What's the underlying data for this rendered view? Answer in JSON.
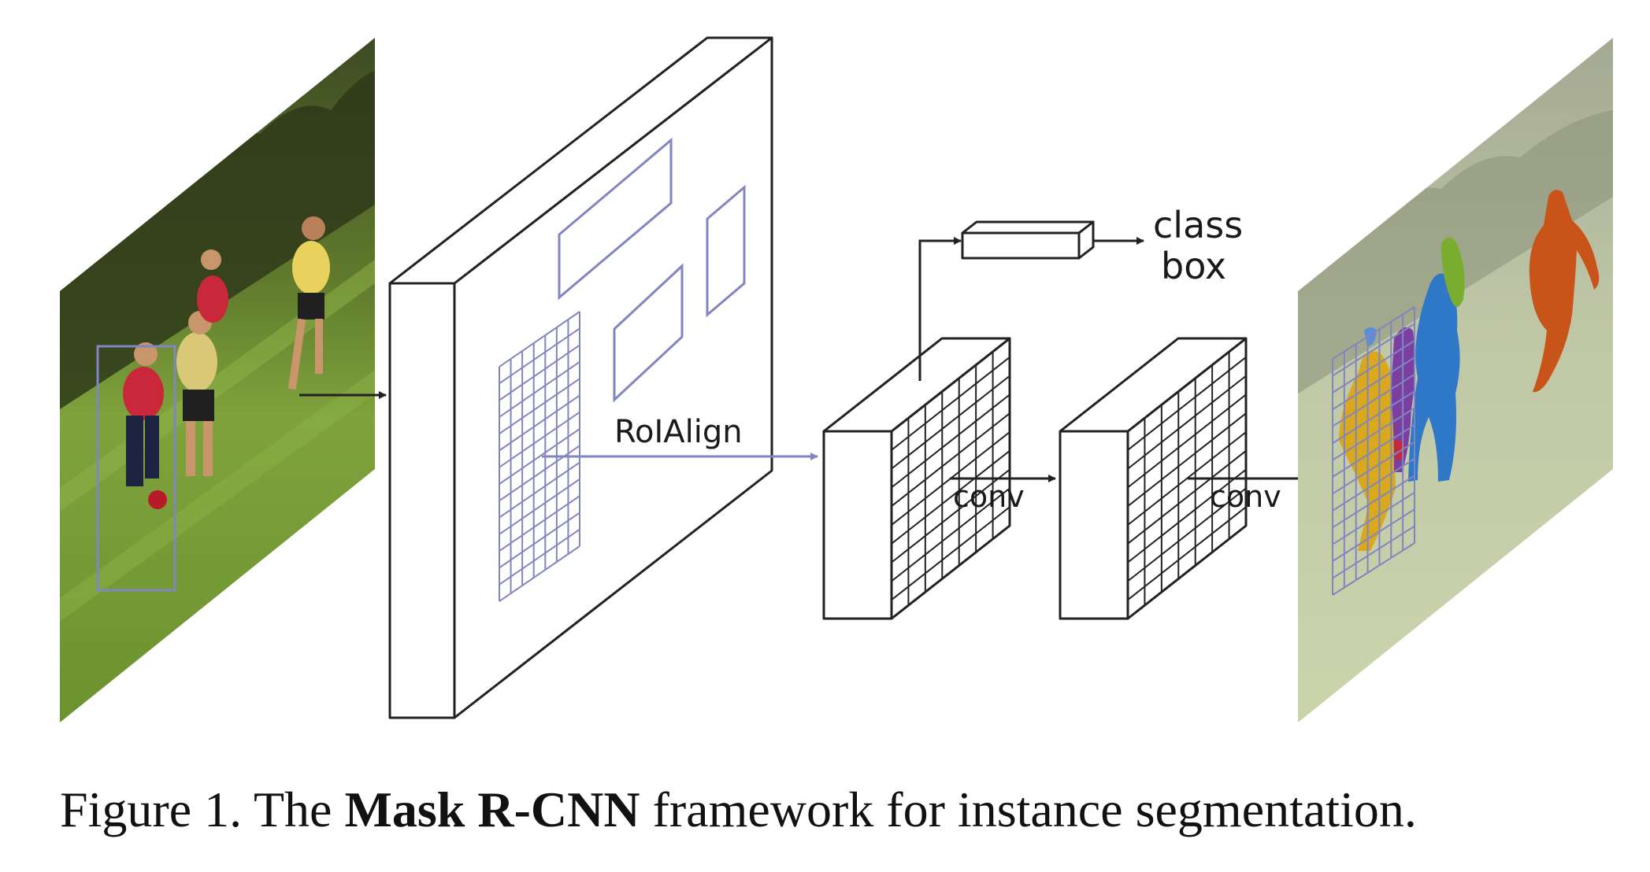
{
  "labels": {
    "roialign": "RoIAlign",
    "conv1": "conv",
    "conv2": "conv",
    "class": "class",
    "box": "box"
  },
  "caption": {
    "prefix": "Figure 1. The ",
    "bold": "Mask R-CNN",
    "suffix": " framework for instance segmentation."
  },
  "colors": {
    "stroke": "#222222",
    "roi": "#8186c0",
    "seg_yellow": "#d9a81c",
    "seg_purple": "#7a3fa0",
    "seg_blue": "#2f78c8",
    "seg_green": "#79ad2f",
    "seg_orange": "#c9541a",
    "seg_red": "#c8283a"
  },
  "icons": {
    "input": "input-photo-soccer",
    "output": "output-segmentation-photo"
  }
}
